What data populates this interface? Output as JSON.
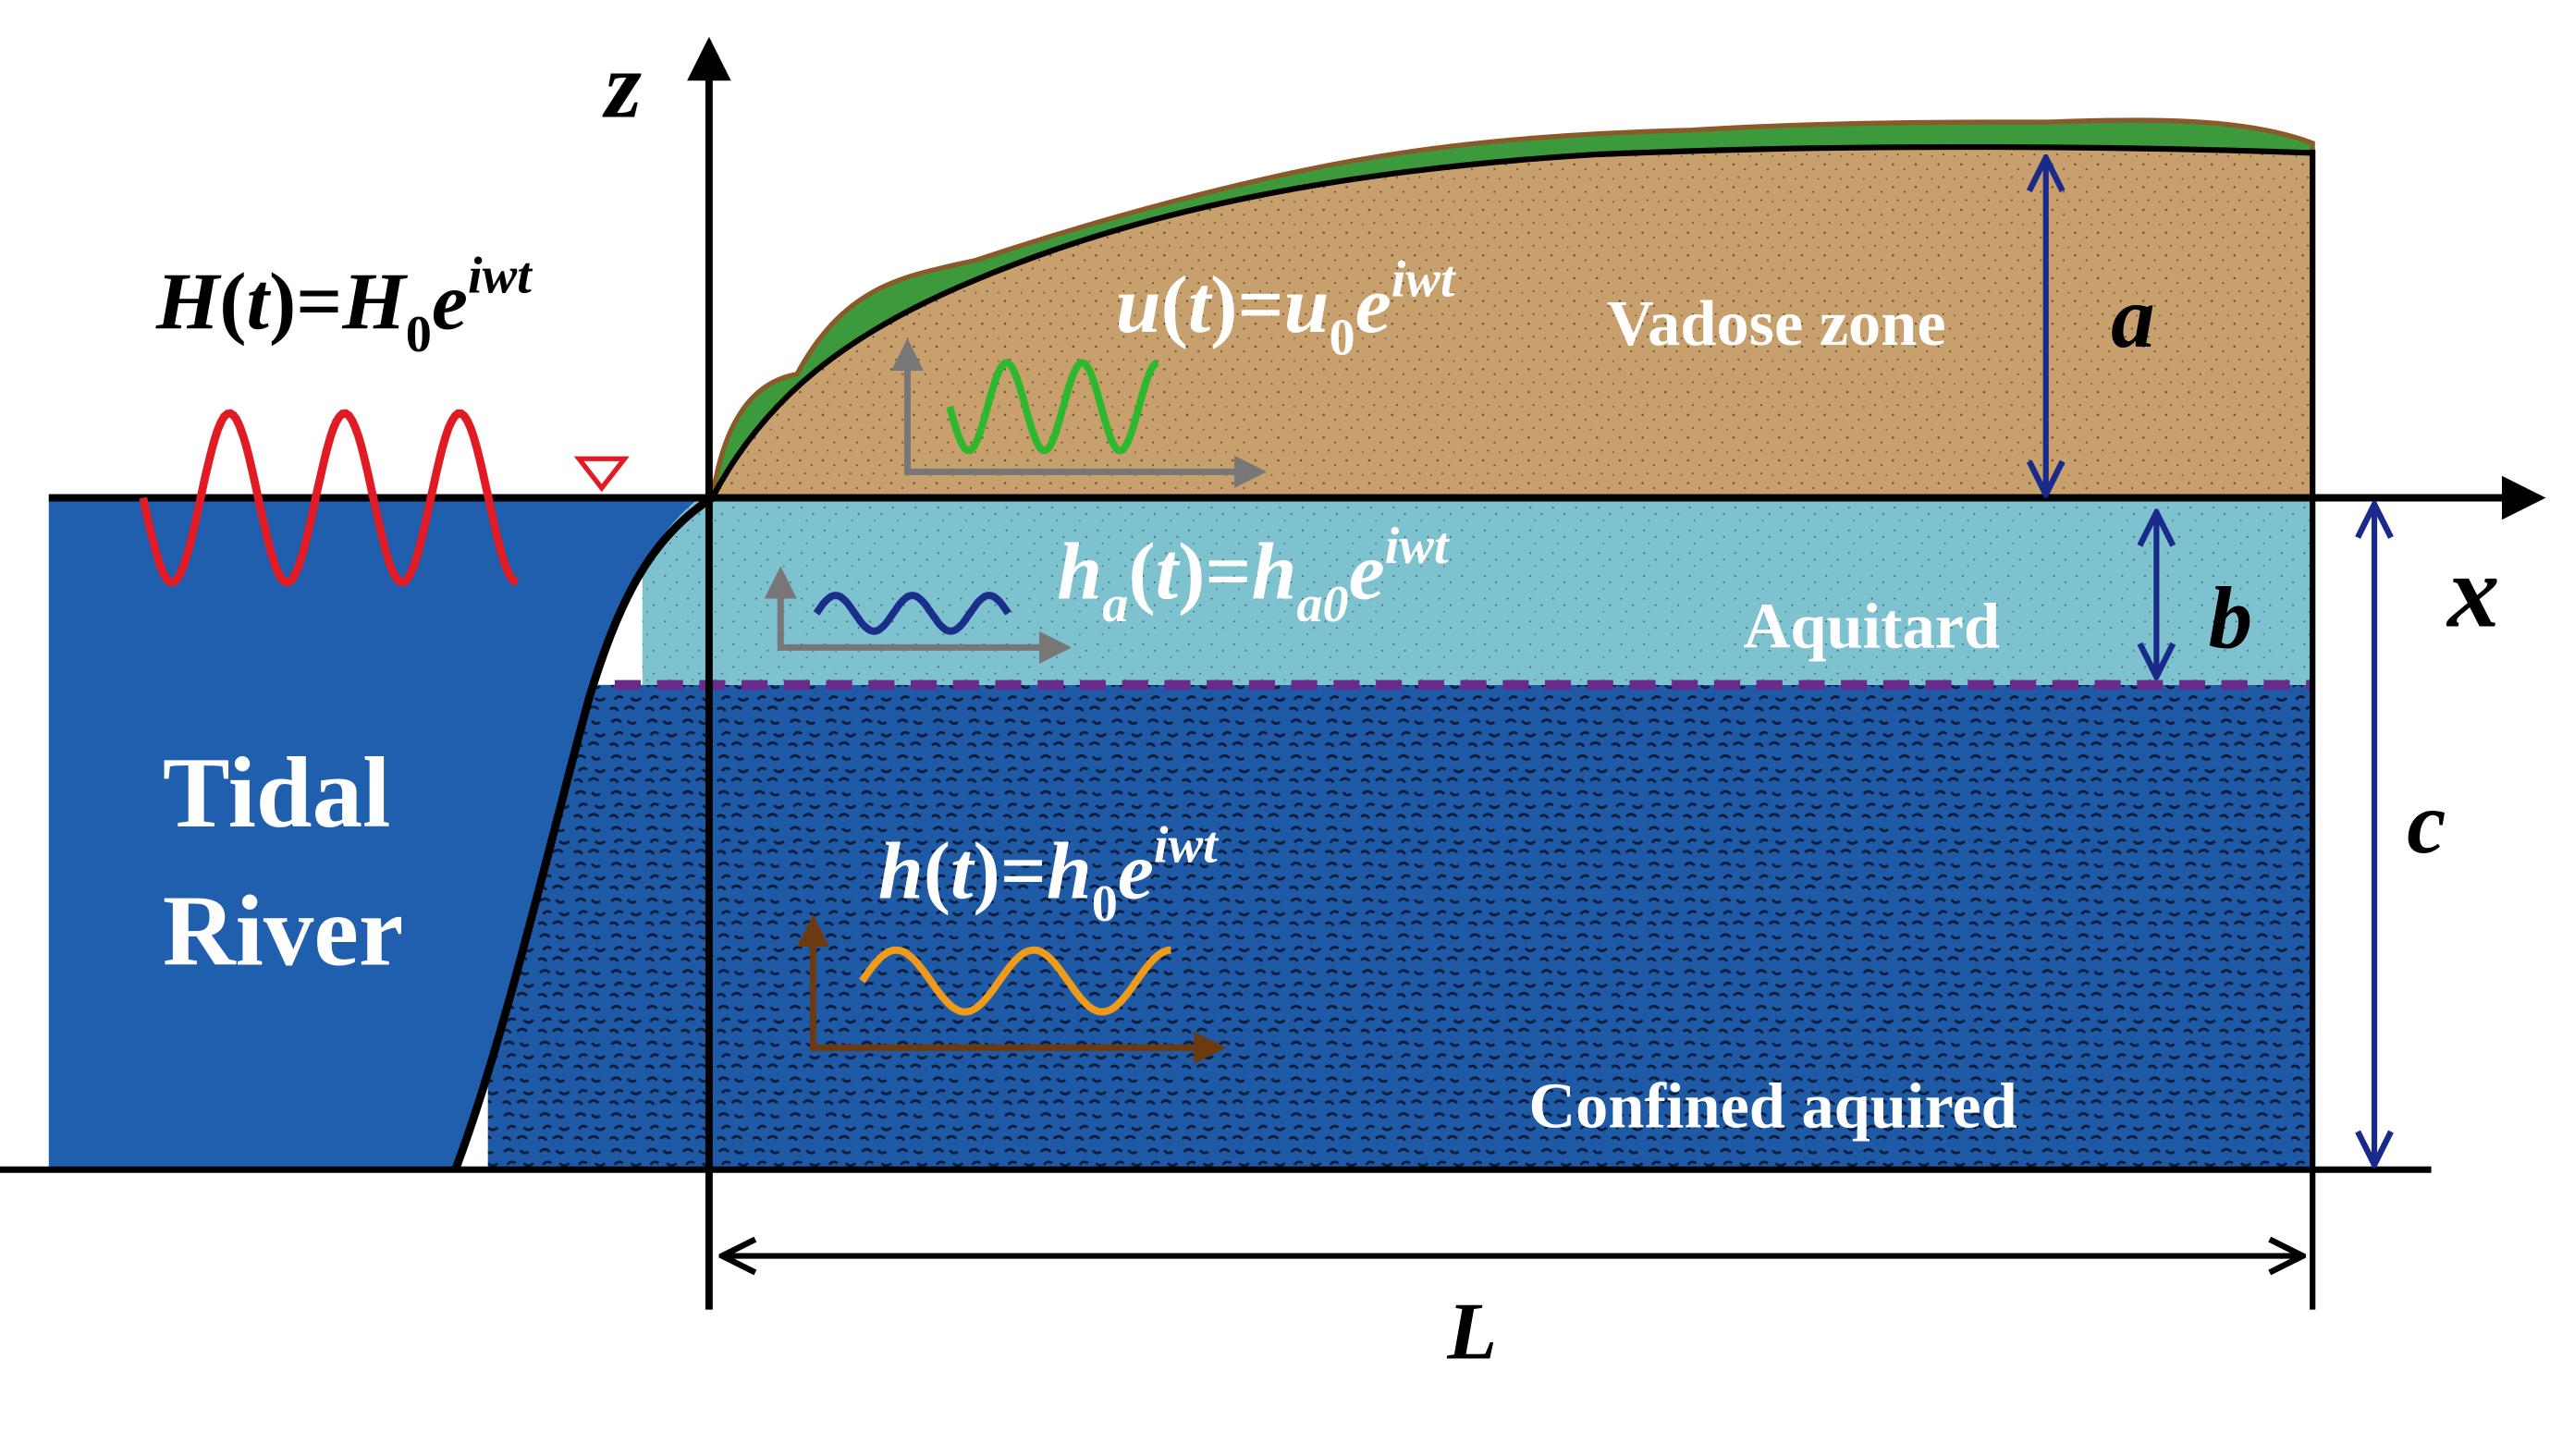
{
  "axes": {
    "z": "z",
    "x": "x",
    "length": "L"
  },
  "dimensions": {
    "a": "a",
    "b": "b",
    "c": "c"
  },
  "layers": {
    "vadose": "Vadose zone",
    "aquitard": "Aquitard",
    "confined": "Confined aquired",
    "river_line1": "Tidal",
    "river_line2": "River"
  },
  "equations": {
    "river": {
      "lhs": "H",
      "arg": "t",
      "eq": ")=",
      "amp": "H",
      "sub": "0",
      "base": "e",
      "exp": "iwt"
    },
    "vadose": {
      "lhs": "u",
      "arg": "t",
      "eq": ")=",
      "amp": "u",
      "sub": "0",
      "base": "e",
      "exp": "iwt"
    },
    "aquitard": {
      "lhs": "h",
      "lhs_sub": "a",
      "arg": "t",
      "eq": ")=",
      "amp": "h",
      "sub": "a0",
      "base": "e",
      "exp": "iwt"
    },
    "aquifer": {
      "lhs": "h",
      "arg": "t",
      "eq": ")=",
      "amp": "h",
      "sub": "0",
      "base": "e",
      "exp": "iwt"
    }
  },
  "colors": {
    "river": "#1f5fae",
    "soil": "#c8a06e",
    "grass": "#3c9a3c",
    "aquitard": "#7ec2d0",
    "aquifer": "#1f5aa6",
    "boundary_dash": "#6a2a8a",
    "river_wave": "#e01b24",
    "vadose_wave": "#2eb82e",
    "aquitard_wave": "#1a2f8a",
    "aquifer_wave": "#f09a1a",
    "dimension_arrow": "#1a2a8a"
  }
}
